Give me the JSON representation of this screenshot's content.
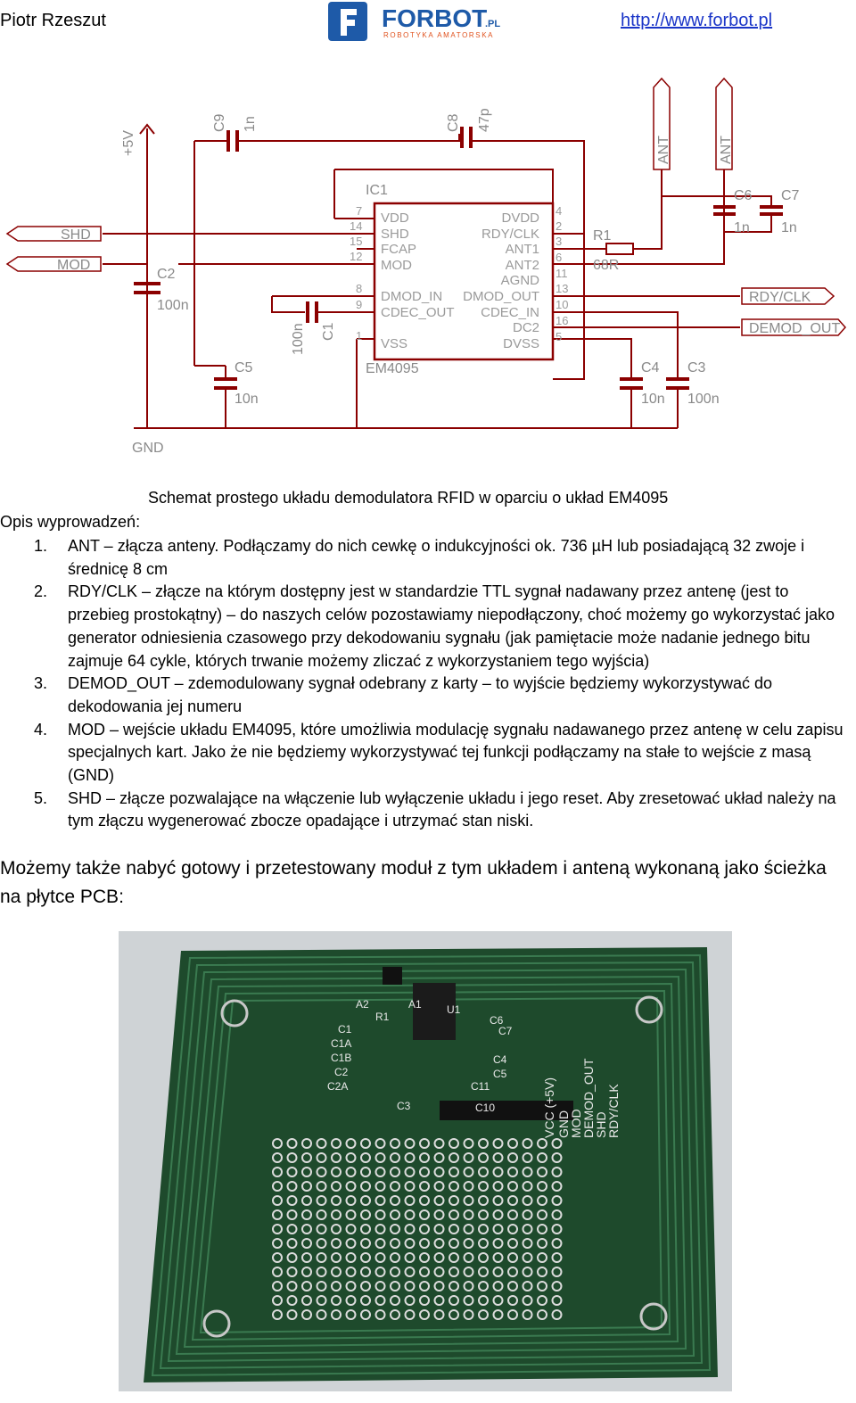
{
  "header": {
    "author": "Piotr Rzeszut",
    "logo_text": "FORBOT",
    "logo_suffix": ".PL",
    "logo_tagline": "ROBOTYKA AMATORSKA",
    "site_link": "http://www.forbot.pl"
  },
  "schematic": {
    "ic_ref": "IC1",
    "ic_part": "EM4095",
    "left_pins": [
      {
        "num": "7",
        "name": "VDD"
      },
      {
        "num": "14",
        "name": "SHD"
      },
      {
        "num": "15",
        "name": "FCAP"
      },
      {
        "num": "12",
        "name": "MOD"
      },
      {
        "num": "8",
        "name": "DMOD_IN"
      },
      {
        "num": "9",
        "name": "CDEC_OUT"
      },
      {
        "num": "1",
        "name": "VSS"
      }
    ],
    "right_pins": [
      {
        "num": "4",
        "name": "DVDD"
      },
      {
        "num": "2",
        "name": "RDY/CLK"
      },
      {
        "num": "3",
        "name": "ANT1"
      },
      {
        "num": "6",
        "name": "ANT2"
      },
      {
        "num": "11",
        "name": "AGND"
      },
      {
        "num": "13",
        "name": "DMOD_OUT"
      },
      {
        "num": "10",
        "name": "CDEC_IN"
      },
      {
        "num": "16",
        "name": "DC2"
      },
      {
        "num": "5",
        "name": "DVSS"
      }
    ],
    "supply": "+5V",
    "ground": "GND",
    "ports": {
      "shd": "SHD",
      "mod": "MOD",
      "rdy": "RDY/CLK",
      "demod": "DEMOD_OUT",
      "ant": "ANT"
    },
    "parts": {
      "c9": {
        "ref": "C9",
        "val": "1n"
      },
      "c8": {
        "ref": "C8",
        "val": "47p"
      },
      "c2": {
        "ref": "C2",
        "val": "100n"
      },
      "c1": {
        "ref": "C1",
        "val": "100n"
      },
      "c5": {
        "ref": "C5",
        "val": "10n"
      },
      "c6": {
        "ref": "C6",
        "val": "1n"
      },
      "c7": {
        "ref": "C7",
        "val": "1n"
      },
      "r1": {
        "ref": "R1",
        "val": "68R"
      },
      "c4": {
        "ref": "C4",
        "val": "10n"
      },
      "c3": {
        "ref": "C3",
        "val": "100n"
      }
    }
  },
  "caption": "Schemat prostego układu demodulatora RFID w oparciu o układ EM4095",
  "description_title": "Opis wyprowadzeń:",
  "pin_descriptions": [
    {
      "num": "1.",
      "text": "ANT – złącza anteny. Podłączamy do nich cewkę o indukcyjności ok. 736 µH lub posiadającą 32 zwoje i średnicę 8 cm"
    },
    {
      "num": "2.",
      "text": "RDY/CLK – złącze na którym dostępny jest w standardzie TTL sygnał nadawany przez antenę (jest to przebieg prostokątny) – do naszych celów pozostawiamy niepodłączony, choć możemy go wykorzystać jako generator odniesienia czasowego przy dekodowaniu sygnału (jak pamiętacie może nadanie jednego bitu zajmuje 64 cykle, których trwanie możemy zliczać z wykorzystaniem tego wyjścia)"
    },
    {
      "num": "3.",
      "text": "DEMOD_OUT – zdemodulowany sygnał odebrany z karty – to wyjście będziemy wykorzystywać do dekodowania jej numeru"
    },
    {
      "num": "4.",
      "text": "MOD – wejście układu EM4095, które umożliwia modulację sygnału nadawanego przez antenę w celu zapisu specjalnych kart. Jako że nie będziemy wykorzystywać tej funkcji podłączamy na stałe to wejście z masą (GND)"
    },
    {
      "num": "5.",
      "text": "SHD – złącze pozwalające na włączenie lub wyłączenie układu i jego reset. Aby zresetować układ należy na tym złączu wygenerować zbocze opadające i utrzymać stan niski."
    }
  ],
  "closing_text": "Możemy także nabyć gotowy i przetestowany moduł z tym układem i anteną wykonaną jako ścieżka na płytce PCB:",
  "pcb": {
    "silk": [
      "A2",
      "A1",
      "R1",
      "U1",
      "C1",
      "C1A",
      "C1B",
      "C2",
      "C2A",
      "C3",
      "C6",
      "C7",
      "C4",
      "C5",
      "C11",
      "C10",
      "VCC (+5V)",
      "GND",
      "MOD",
      "DEMOD_OUT",
      "SHD",
      "RDY/CLK"
    ]
  },
  "colors": {
    "schematic_line": "#8b0000",
    "schematic_text": "#8a8a8a",
    "link": "#1a35c8",
    "logo_blue": "#1e5aa8",
    "pcb_green": "#1e4a2c",
    "pcb_trace": "#3a7a50"
  }
}
